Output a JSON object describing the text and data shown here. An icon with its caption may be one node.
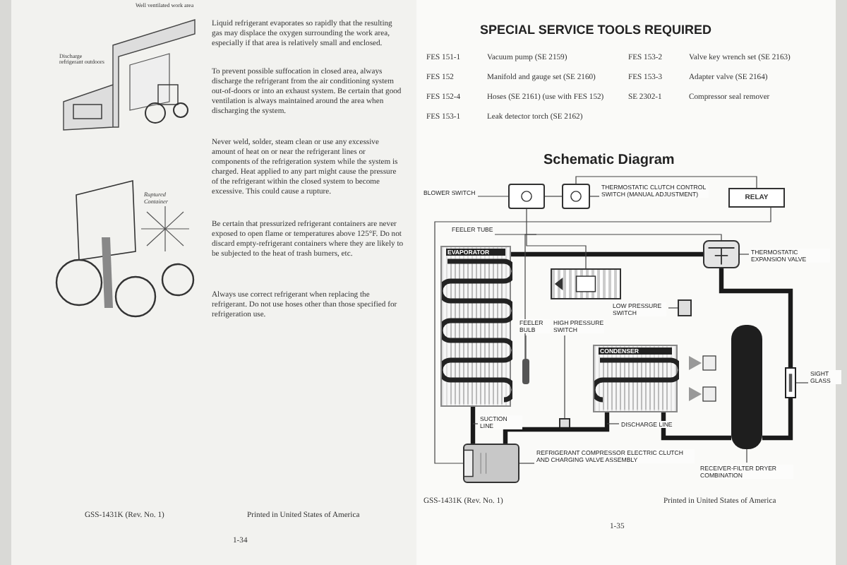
{
  "diagram": {
    "title": "Schematic Diagram",
    "nodes": [
      {
        "text": [
          "BLOWER SWITCH"
        ]
      },
      {
        "text": [],
        "shape": "picture"
      },
      {
        "text": [],
        "shape": "picture"
      },
      {
        "text": [
          "THERMOSTATIC CLUTCH CONTROL SWITCH (MANUAL ADJUSTMENT)"
        ]
      },
      {
        "text": [
          "RELAY"
        ]
      },
      {
        "text": [
          "FEELER TUBE"
        ]
      },
      {
        "text": [
          "EVAPORATOR"
        ]
      },
      {
        "text": [],
        "shape": "picture"
      },
      {
        "text": [
          "THERMOSTATIC EXPANSION VALVE"
        ]
      },
      {
        "text": [],
        "shape": "picture"
      },
      {
        "text": [],
        "shape": "box"
      },
      {
        "text": [
          "LOW PRESSURE SWITCH"
        ]
      },
      {
        "text": [
          "FEELER BULB"
        ]
      },
      {
        "text": [],
        "shape": "bar"
      },
      {
        "text": [
          "HIGH PRESSURE SWITCH"
        ]
      },
      {
        "text": [],
        "shape": "box"
      },
      {
        "text": [
          "CONDENSER"
        ]
      },
      {
        "text": [],
        "shape": "cylinder"
      },
      {
        "text": [
          "SIGHT GLASS"
        ]
      },
      {
        "text": [],
        "shape": "picture"
      },
      {
        "text": [
          "RECEIVER-FILTER DRYER COMBINATION"
        ]
      },
      {
        "text": [],
        "shape": "picture"
      },
      {
        "text": [
          "REFRIGERANT COMPRESSOR ELECTRIC CLUTCH AND CHARGING VALVE ASSEMBLY"
        ]
      },
      {
        "text": [
          "SUCTION LINE"
        ]
      },
      {
        "text": [
          "DISCHARGE LINE"
        ]
      }
    ],
    "edges": [
      {
        "from": 21,
        "to": 16,
        "arrow": "none",
        "style": "thick"
      },
      {
        "from": 16,
        "to": 17,
        "arrow": "none",
        "style": "thick"
      },
      {
        "from": 17,
        "to": 19,
        "arrow": "none",
        "style": "thick"
      },
      {
        "from": 19,
        "to": 7,
        "arrow": "none",
        "style": "thick"
      },
      {
        "from": 7,
        "to": 6,
        "arrow": "none",
        "style": "thick"
      },
      {
        "from": 6,
        "to": 21,
        "arrow": "none",
        "style": "thick"
      },
      {
        "from": 7,
        "to": 13,
        "arrow": "none"
      },
      {
        "from": 1,
        "to": 2,
        "arrow": "none"
      },
      {
        "from": 2,
        "to": 4,
        "arrow": "none"
      },
      {
        "from": 1,
        "to": 9,
        "arrow": "none"
      },
      {
        "from": 4,
        "to": 21,
        "arrow": "none"
      },
      {
        "from": 0,
        "to": 1,
        "arrow": "none"
      },
      {
        "from": 3,
        "to": 2,
        "arrow": "none"
      },
      {
        "from": 5,
        "to": null,
        "arrow": "none"
      },
      {
        "from": 8,
        "to": 7,
        "arrow": "none"
      },
      {
        "from": 11,
        "to": 10,
        "arrow": "none"
      },
      {
        "from": 12,
        "to": 13,
        "arrow": "none"
      },
      {
        "from": 14,
        "to": 15,
        "arrow": "none"
      },
      {
        "from": 18,
        "to": 19,
        "arrow": "none"
      },
      {
        "from": 20,
        "to": 17,
        "arrow": "none"
      },
      {
        "from": 22,
        "to": 21,
        "arrow": "none"
      },
      {
        "from": 23,
        "to": null,
        "arrow": "none"
      },
      {
        "from": 24,
        "to": null,
        "arrow": "none"
      }
    ],
    "labels": [
      "Liquid refrigerant evaporates so rapidly that the resulting gas may displace the oxygen surrounding the work area, especially if that area is relatively small and enclosed.",
      "To prevent possible suffocation in closed area, always discharge the refrigerant from the air conditioning system out-of-doors or into an exhaust system. Be certain that good ventilation is always maintained around the area when discharging the system.",
      "Never weld, solder, steam clean or use any excessive amount of heat on or near the refrigerant lines or components of the refrigeration system while the system is charged. Heat applied to any part might cause the pressure of the refrigerant within the closed system to become excessive. This could cause a rupture.",
      "Be certain that pressurized refrigerant containers are never exposed to open flame or temperatures above 125°F. Do not discard empty-refrigerant containers where they are likely to be subjected to the heat of trash burners, etc.",
      "Always use correct refrigerant when replacing the refrigerant. Do not use hoses other than those specified for refrigeration use.",
      "Discharge refrigerant outdoors",
      "Well ventilated work area",
      "Ruptured Container",
      "GSS-1431K (Rev. No. 1)",
      "Printed in United States of America",
      "1-34",
      "SPECIAL SERVICE TOOLS REQUIRED",
      "FES 151-1",
      "Vacuum pump (SE 2159)",
      "FES 153-2",
      "Valve key wrench set (SE 2163)",
      "FES 152",
      "Manifold and gauge set (SE 2160)",
      "FES 153-3",
      "Adapter valve (SE 2164)",
      "FES 152-4",
      "Hoses (SE 2161) (use with FES 152)",
      "SE 2302-1",
      "Compressor seal remover",
      "FES 153-1",
      "Leak detector torch (SE 2162)",
      "GSS-1431K (Rev. No. 1)",
      "Printed in United States of America",
      "1-35"
    ]
  }
}
